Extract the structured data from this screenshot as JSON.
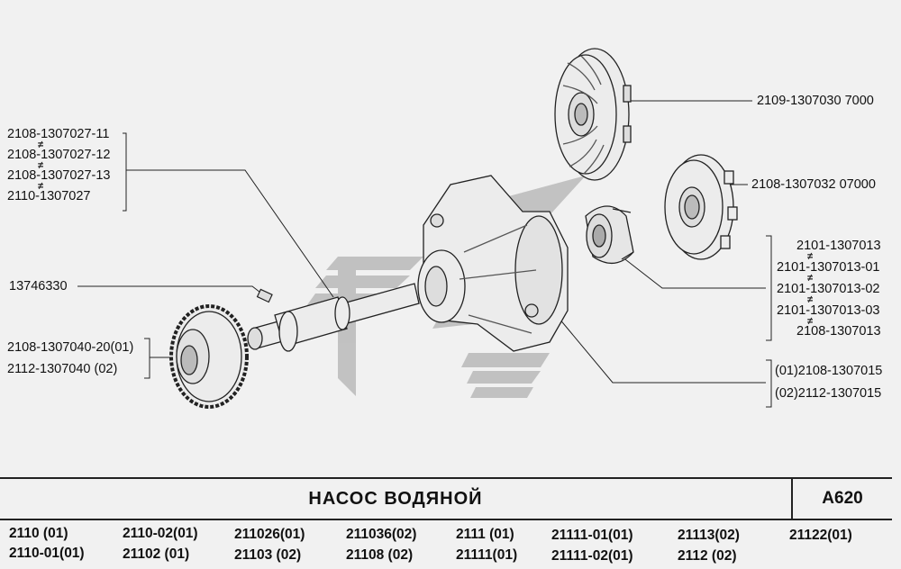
{
  "title": "НАСОС  ВОДЯНОЙ",
  "code": "А620",
  "labels": {
    "shaft_1": "2108-1307027-11",
    "shaft_2": "2108-1307027-12",
    "shaft_3": "2108-1307027-13",
    "shaft_4": "2110-1307027",
    "screw": "13746330",
    "pulley_1": "2108-1307040-20(01)",
    "pulley_2": "2112-1307040     (02)",
    "impeller": "2109-1307030  7000",
    "flange": "2108-1307032  07000",
    "seal_1": "2101-1307013",
    "seal_2": "2101-1307013-01",
    "seal_3": "2101-1307013-02",
    "seal_4": "2101-1307013-03",
    "seal_5": "2108-1307013",
    "body_1": "(01)2108-1307015",
    "body_2": "(02)2112-1307015",
    "neq": "≠"
  },
  "models": {
    "r1": [
      "2110    (01)",
      "2110-02(01)",
      "211026(01)",
      "211036(02)",
      "2111  (01)",
      "21111-01(01)",
      "21113(02)",
      "21122(01)"
    ],
    "r2": [
      "2110-01(01)",
      "21102    (01)",
      "21103  (02)",
      "21108  (02)",
      "21111(01)",
      "21111-02(01)",
      "2112  (02)"
    ]
  },
  "colors": {
    "ink": "#111111",
    "watermark": "#9a9a9a",
    "background": "#f1f1f1"
  }
}
